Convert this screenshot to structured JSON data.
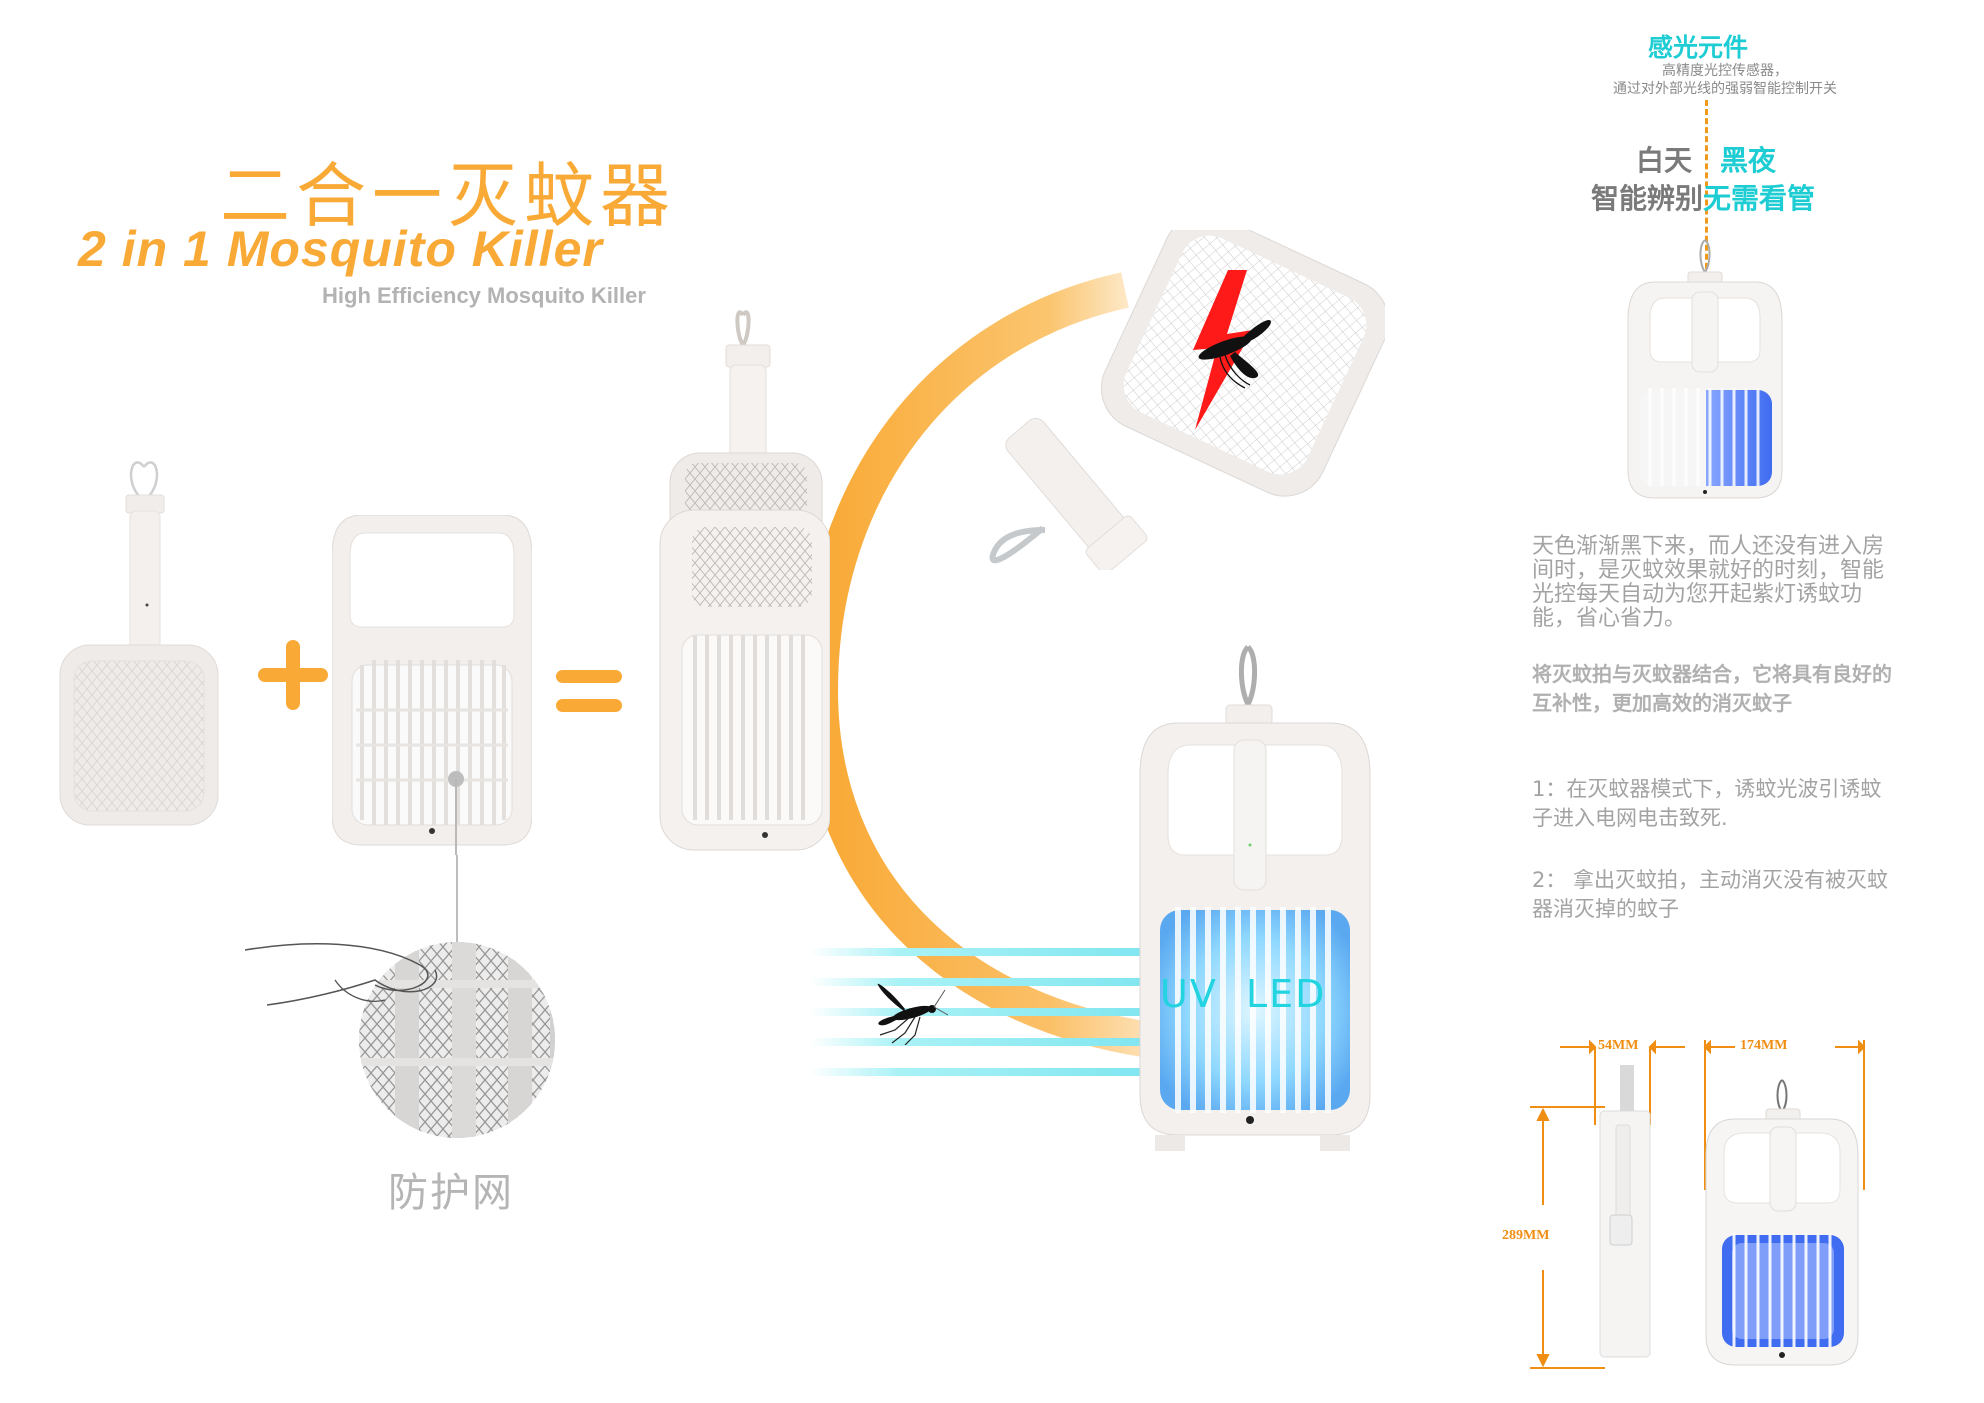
{
  "title": {
    "cn": "二合一灭蚊器",
    "en": "2 in 1 Mosquito Killer",
    "sub": "High Efficiency Mosquito Killer"
  },
  "equation": {
    "plus": "+",
    "equals": "="
  },
  "labels": {
    "shield": "防护网",
    "uv": "UV  LED"
  },
  "sensor": {
    "title": "感光元件",
    "desc_line1": "高精度光控传感器，",
    "desc_line2": "通过对外部光线的强弱智能控制开关",
    "day": "白天",
    "night": "黑夜",
    "day_sub": "智能辨别",
    "night_sub": "无需看管"
  },
  "description": {
    "p1": "天色渐渐黑下来，而人还没有进入房间时，是灭蚊效果就好的时刻，智能光控每天自动为您开起紫灯诱蚊功能，省心省力。",
    "p2": "将灭蚊拍与灭蚊器结合，它将具有良好的互补性，更加高效的消灭蚊子",
    "p3": "1：在灭蚊器模式下，诱蚊光波引诱蚊子进入电网电击致死.",
    "p4": "2： 拿出灭蚊拍，主动消灭没有被灭蚊器消灭掉的蚊子"
  },
  "dimensions": {
    "depth": "54MM",
    "width": "174MM",
    "height": "289MM"
  },
  "colors": {
    "accent_orange": "#f9a935",
    "dimension_orange": "#ef8e12",
    "cyan": "#1ecdd3",
    "uv_blue": "#3f6cf0",
    "text_grey": "#a3a3a3",
    "lightning_red": "#ff1a1a"
  }
}
